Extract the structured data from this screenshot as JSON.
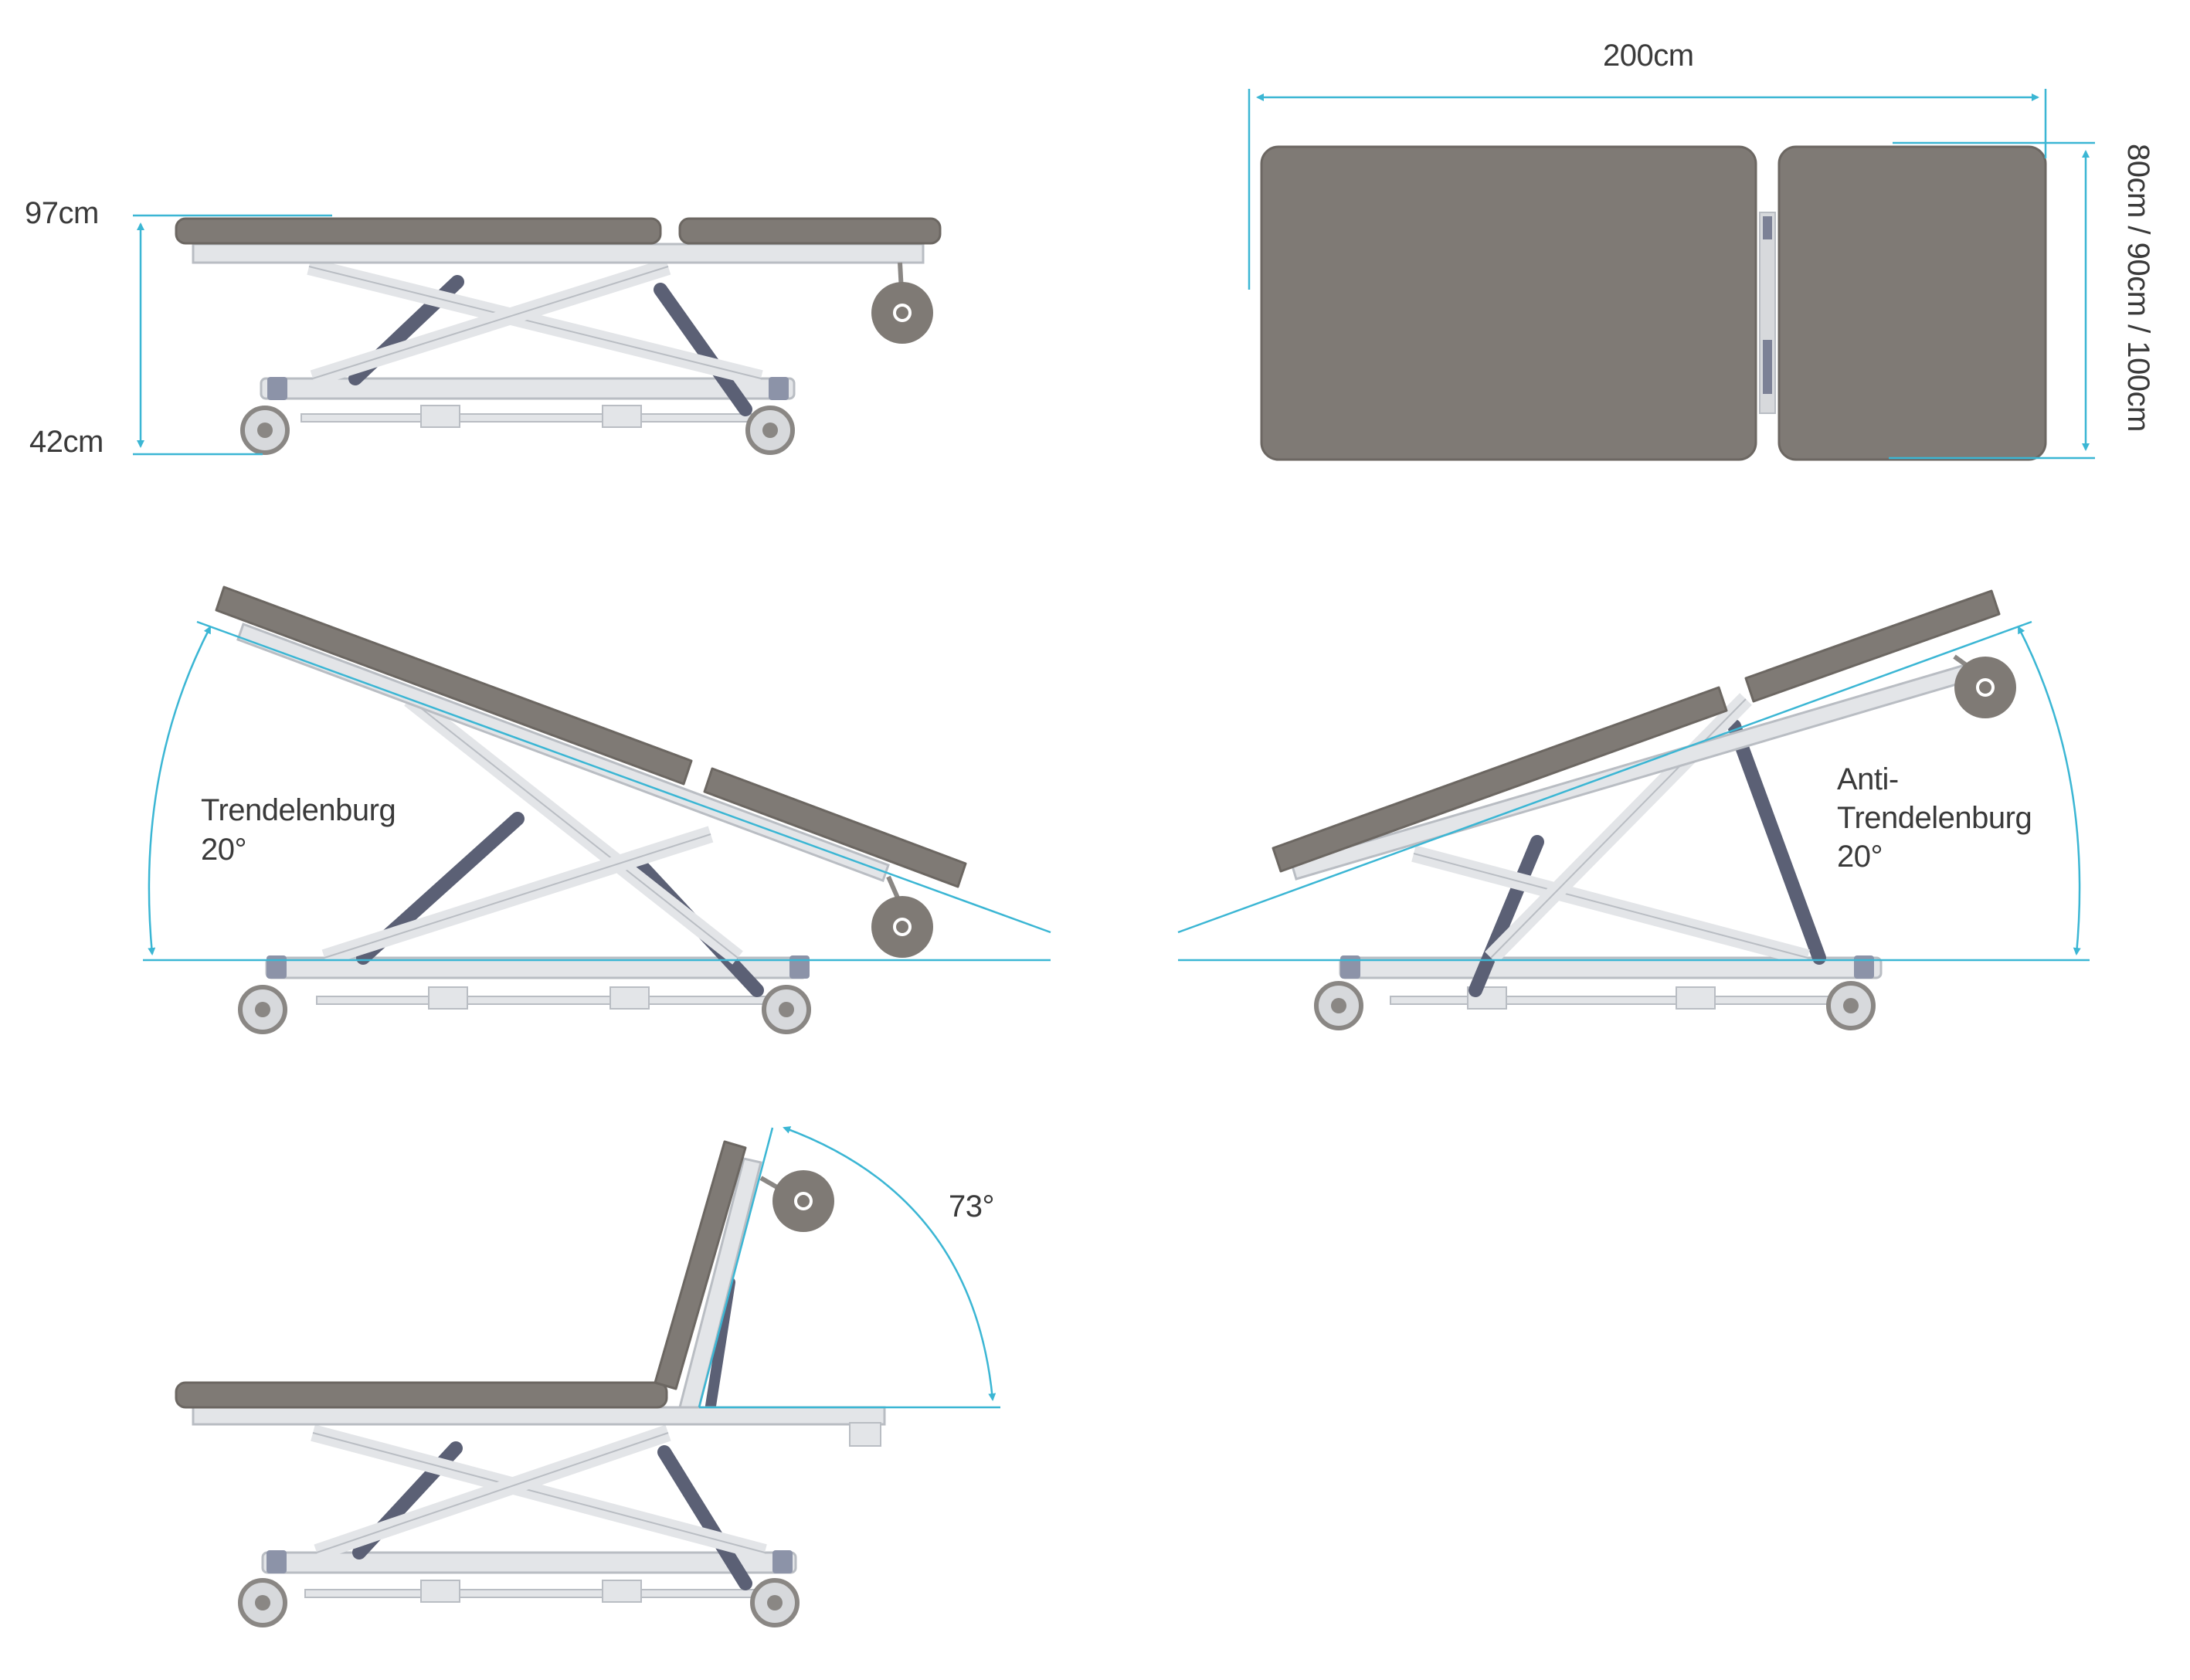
{
  "labels": {
    "height_max": "97cm",
    "height_min": "42cm",
    "length": "200cm",
    "width": "80cm / 90cm / 100cm",
    "trend_1": "Trendelenburg",
    "trend_2": "20°",
    "anti_1": "Anti-",
    "anti_2": "Trendelenburg",
    "anti_3": "20°",
    "back_angle": "73°"
  },
  "colors": {
    "cushion": "#7f7a75",
    "cushion_edge": "#6c6762",
    "frame": "#e3e5e8",
    "frame_edge": "#b9bdc3",
    "strut": "#5b6075",
    "dimension": "#3bb6d4",
    "wheel": "#d7d9dc",
    "hub": "#8a8784"
  }
}
